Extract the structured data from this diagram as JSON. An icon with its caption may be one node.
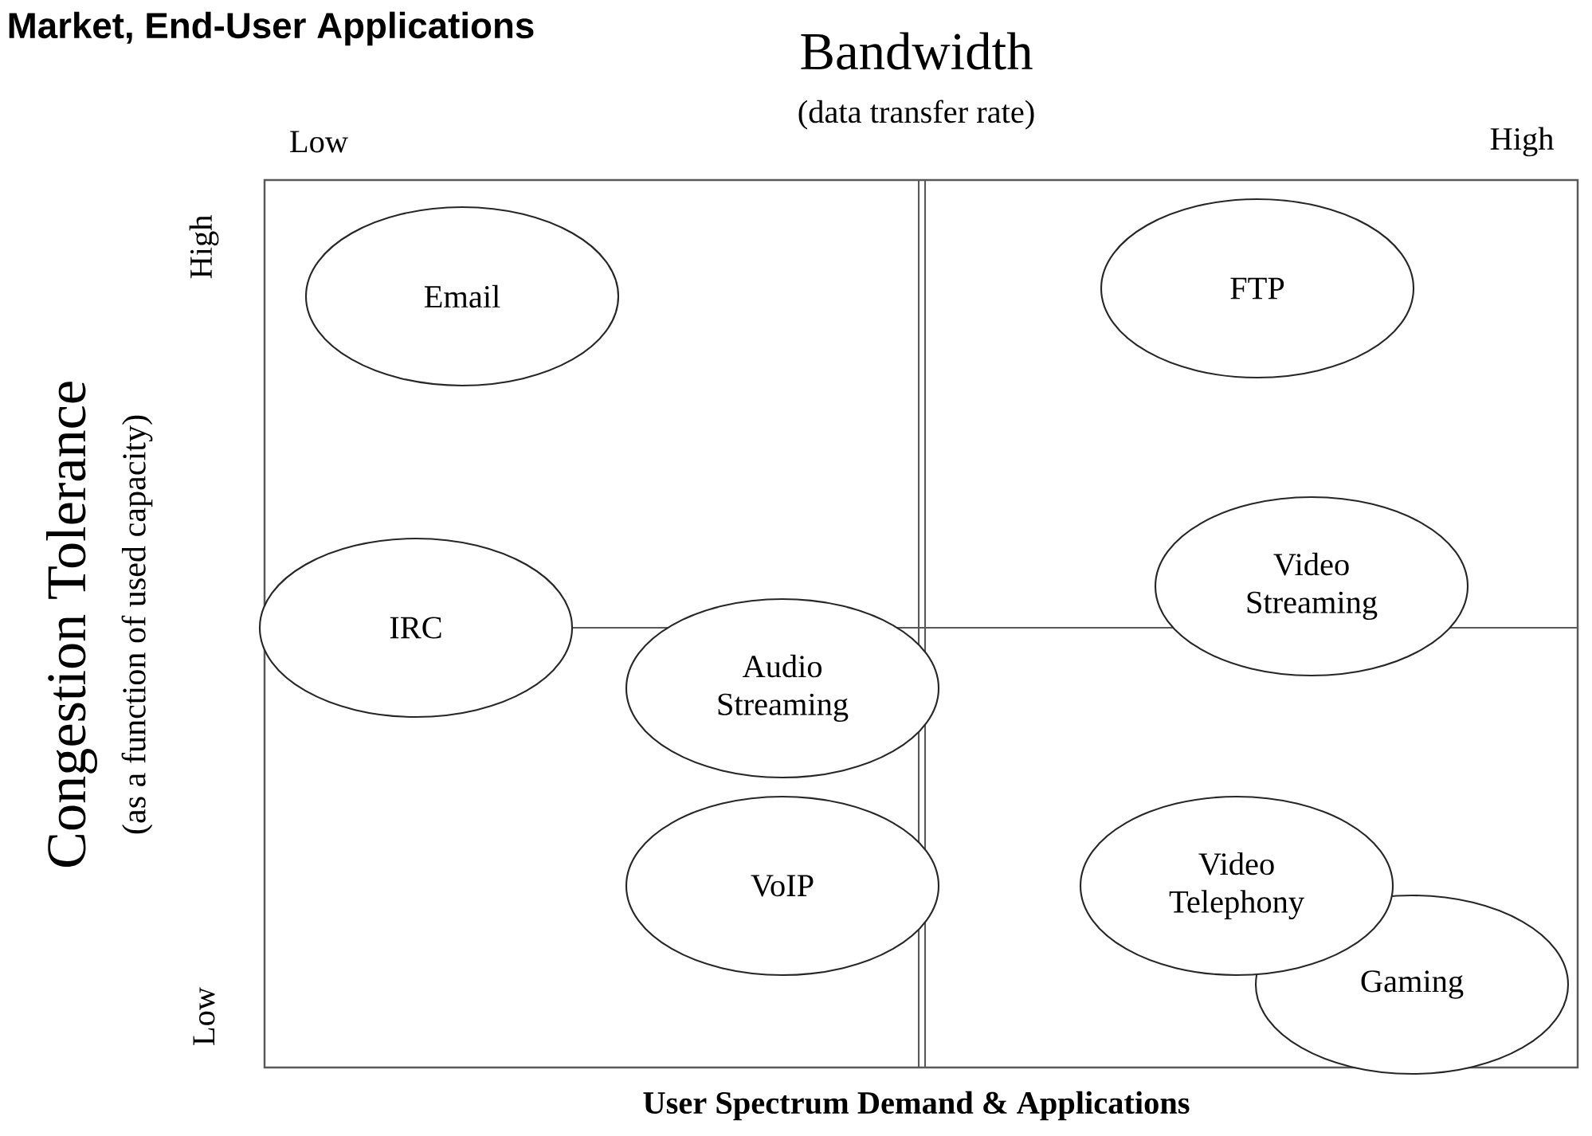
{
  "diagram": {
    "title": "Market, End-User Applications",
    "nodes": [
      {
        "text": [
          "Email"
        ]
      },
      {
        "text": [
          "FTP"
        ]
      },
      {
        "text": [
          "IRC"
        ]
      },
      {
        "text": [
          "Video Streaming"
        ]
      },
      {
        "text": [
          "Audio Streaming"
        ]
      },
      {
        "text": [
          "VoIP"
        ]
      },
      {
        "text": [
          "Video Telephony"
        ]
      },
      {
        "text": [
          "Gaming"
        ]
      }
    ],
    "labels": [
      "Bandwidth",
      "(data transfer rate)",
      "Low",
      "High",
      "Congestion Tolerance",
      "(as a function of used capacity)",
      "High",
      "Low",
      "User Spectrum Demand & Applications"
    ]
  }
}
